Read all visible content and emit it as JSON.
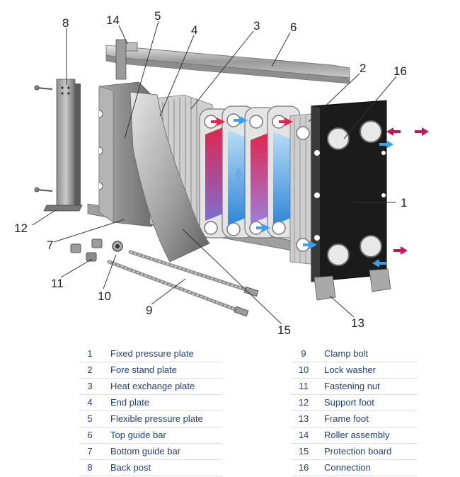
{
  "callouts": [
    {
      "n": "8"
    },
    {
      "n": "14"
    },
    {
      "n": "5"
    },
    {
      "n": "4"
    },
    {
      "n": "3"
    },
    {
      "n": "6"
    },
    {
      "n": "2"
    },
    {
      "n": "16"
    },
    {
      "n": "1"
    },
    {
      "n": "12"
    },
    {
      "n": "7"
    },
    {
      "n": "11"
    },
    {
      "n": "10"
    },
    {
      "n": "9"
    },
    {
      "n": "15"
    },
    {
      "n": "13"
    }
  ],
  "legend_left": [
    {
      "num": "1",
      "name": "Fixed pressure plate"
    },
    {
      "num": "2",
      "name": "Fore stand plate"
    },
    {
      "num": "3",
      "name": "Heat exchange plate"
    },
    {
      "num": "4",
      "name": "End plate"
    },
    {
      "num": "5",
      "name": "Flexible pressure plate"
    },
    {
      "num": "6",
      "name": "Top guide bar"
    },
    {
      "num": "7",
      "name": "Bottom guide bar"
    },
    {
      "num": "8",
      "name": "Back post"
    }
  ],
  "legend_right": [
    {
      "num": "9",
      "name": "Clamp bolt"
    },
    {
      "num": "10",
      "name": "Lock washer"
    },
    {
      "num": "11",
      "name": "Fastening nut"
    },
    {
      "num": "12",
      "name": "Support foot"
    },
    {
      "num": "13",
      "name": "Frame foot"
    },
    {
      "num": "14",
      "name": "Roller assembly"
    },
    {
      "num": "15",
      "name": "Protection board"
    },
    {
      "num": "16",
      "name": "Connection"
    }
  ],
  "colors": {
    "hot": "#e0254e",
    "cold": "#2f86d6",
    "arrow_in": "#c2185b",
    "arrow_out": "#3aa0e8",
    "frame": "#1b1b1b",
    "legend_text": "#1f3f7a"
  }
}
